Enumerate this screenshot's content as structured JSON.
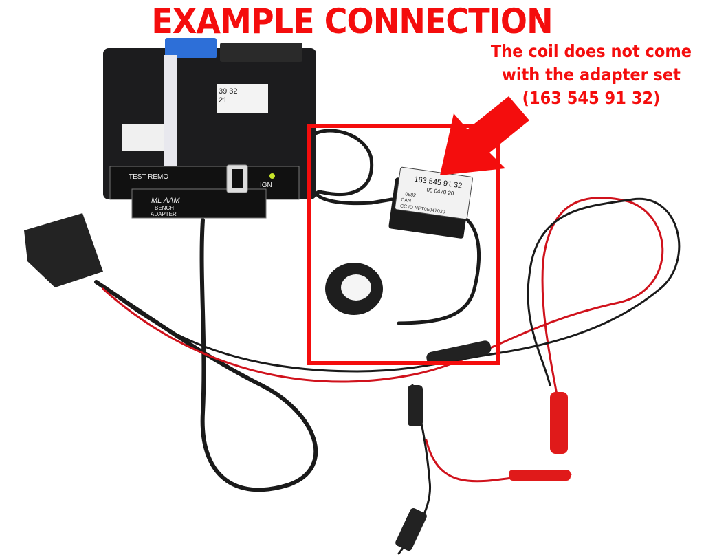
{
  "title": "EXAMPLE CONNECTION",
  "callout": {
    "lines": [
      "The coil does not come",
      "with the adapter set",
      "(163 545 91 32)"
    ]
  },
  "ecu": {
    "sticker_line1": "39 32",
    "sticker_line2": "21"
  },
  "adapter": {
    "test_label": "TEST REMO",
    "ign_label": "IGN",
    "name_line1": "ML AAM",
    "name_line2": "BENCH",
    "name_line3": "ADAPTER"
  },
  "coil_module": {
    "part_number": "163 545 91 32",
    "line2": "05 0470 20",
    "line3": "0682",
    "line4": "CAN",
    "line5": "CC ID NET05047020"
  },
  "colors": {
    "annotation_red": "#f40d0d",
    "cable_red": "#d0121c",
    "cable_black": "#1a1a1a"
  }
}
